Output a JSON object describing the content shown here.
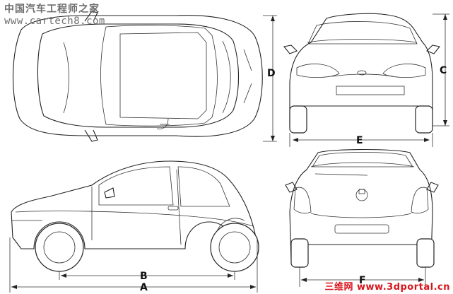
{
  "watermark_top": {
    "chinese": "中国汽车工程师之家",
    "url": "www.cartech8.com"
  },
  "watermark_bottom": "三维网 www.3dportal.cn",
  "dimension_labels": {
    "A": "A",
    "B": "B",
    "C": "C",
    "D": "D",
    "E": "E",
    "F": "F"
  }
}
